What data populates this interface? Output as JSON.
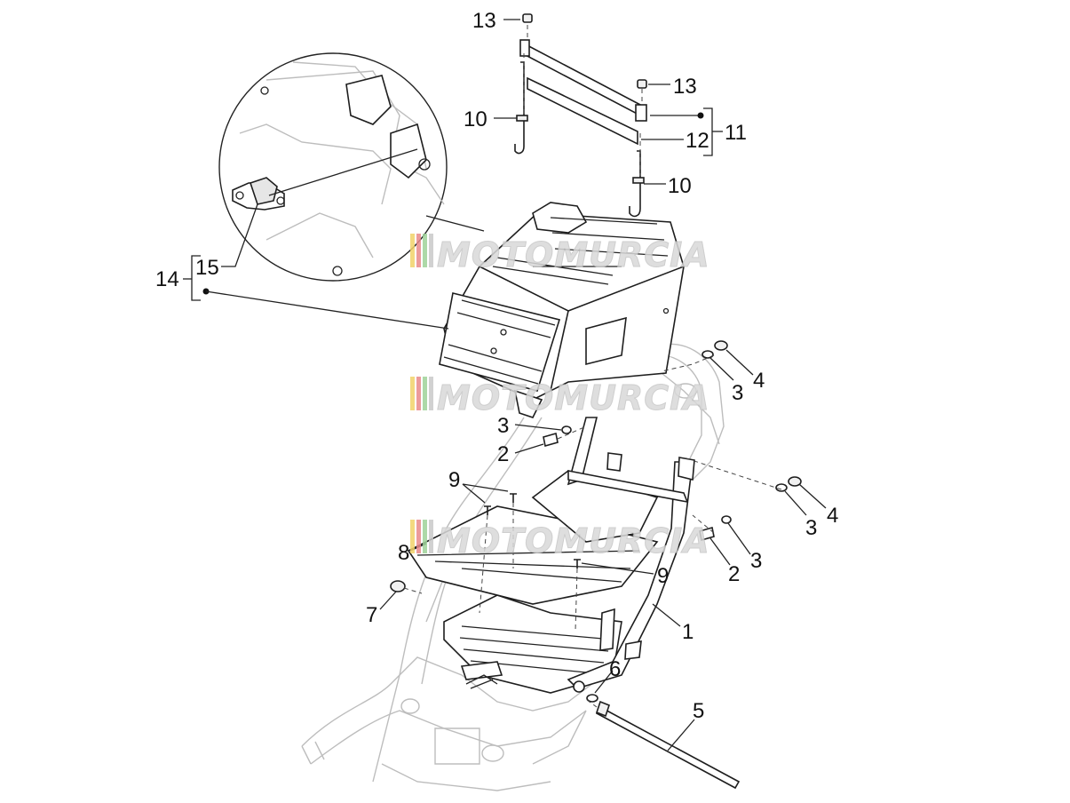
{
  "watermark": {
    "text": "MOTOMURCIA",
    "stripe_colors": [
      "#f2d36b",
      "#e98a8a",
      "#9fd39a",
      "#c9c9c9"
    ]
  },
  "callouts": {
    "c1": "1",
    "c2a": "2",
    "c2b": "2",
    "c3a": "3",
    "c3b": "3",
    "c3c": "3",
    "c3d": "3",
    "c4a": "4",
    "c4b": "4",
    "c5": "5",
    "c6": "6",
    "c7": "7",
    "c8": "8",
    "c9a": "9",
    "c9b": "9",
    "c10a": "10",
    "c10b": "10",
    "c11": "11",
    "c12": "12",
    "c13a": "13",
    "c13b": "13",
    "c14": "14",
    "c15": "15"
  }
}
